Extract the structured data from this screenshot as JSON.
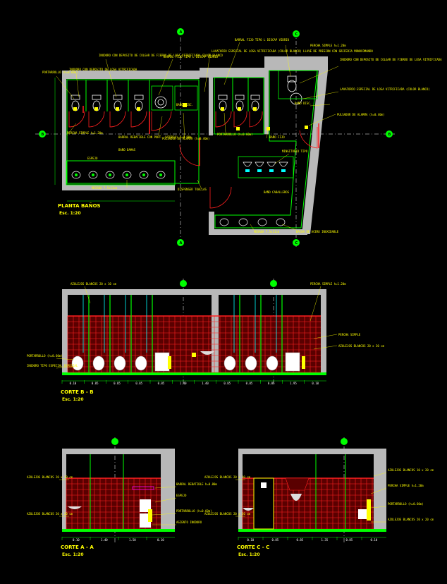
{
  "colors": {
    "background": "#000000",
    "wall": "#b8b8b8",
    "green": "#00ff00",
    "red": "#ff2020",
    "yellow": "#ffff00",
    "cyan": "#00ffff",
    "white": "#ffffff",
    "magenta": "#ff00ff"
  },
  "plan": {
    "title": "PLANTA BAÑOS",
    "scale": "Esc. 1:20",
    "section_marks": [
      "A",
      "A",
      "B",
      "B",
      "C",
      "C"
    ],
    "notes": [
      "PORTARROLLO (h=0.60m)",
      "INODORO CON DEPOSITO DE LOSA VITRIFICADA",
      "INODORO CON DEPOSITO DE COLGAR DE FIERRO DE LOSA VITRIFICADA COLOR BLANCO",
      "BARRAL FIJO TIPO L DISCAP VIDRIO",
      "LAVATORIO ESPECIAL DE LOSA VITRIFICADA (COLOR BLANCO) LLAVE DE PRESION CON GRIFERIA MONOCOMANDO",
      "BARRAL FIJO TIPO L DISCAP VIDRIO",
      "PERCHA SIMPLE h=1.20m",
      "INODORO CON DEPOSITO DE COLGAR DE FIERRO DE LOSA VITRIFICADA",
      "LAVATORIO ESPECIAL DE LOSA VITRIFICADA (COLOR BLANCO)",
      "BAÑO DISC.",
      "PULSADOR DE ALARMA (h=0.40m)",
      "PERCHA SIMPLE h=1.20m",
      "BARRAL REBATIBLE CON PORT. (VIDRIO) h=0.80m",
      "PULSADOR DE ALARMA (h=0.40m)",
      "PORTARROLLO (h=0.60m)",
      "BAÑO DISC.",
      "BAÑO DAMAS",
      "BAÑO CABALLEROS",
      "MINGITORIO TIPO",
      "ESPEJO",
      "MESADA 7.5x11cm",
      "MESADA 7.5x11cm",
      "DISPENSER TOALLAS",
      "BACHA DE ACERO INOXIDABLE",
      "BAÑO FIJO"
    ]
  },
  "section_bb": {
    "title": "CORTE B - B",
    "scale": "Esc. 1:20",
    "notes": [
      "AZULEJOS BLANCOS 20 x 10 cm",
      "PERCHA SIMPLE h=1.20m",
      "PERCHA SIMPLE",
      "AZULEJOS BLANCOS 20 x 20 cm",
      "PORTARROLLO (h=0.60m)",
      "INODORO TIPO ESPECIAL ESPECIAL"
    ],
    "dims": [
      "0.10",
      "0.85",
      "0.85",
      "0.85",
      "0.85",
      "1.40",
      "1.40",
      "0.85",
      "0.85",
      "0.85",
      "1.95",
      "0.10"
    ]
  },
  "section_aa": {
    "title": "CORTE A - A",
    "scale": "Esc. 1:20",
    "notes": [
      "AZULEJOS BLANCOS 20 x 10 cm",
      "AZULEJOS BLANCOS 20 x 20 cm",
      "BARRAL REBATIBLE h=0.80m",
      "ESPEJO",
      "PORTARROLLO (h=0.60m)",
      "ASIENTO INODORO"
    ],
    "dims": [
      "0.10",
      "1.40",
      "1.50",
      "0.10"
    ]
  },
  "section_cc": {
    "title": "CORTE C - C",
    "scale": "Esc. 1:20",
    "notes": [
      "AZULEJOS BLANCOS 20 x 10 cm",
      "AZULEJOS BLANCOS 20 x 20 cm",
      "AZULEJOS BLANCOS 10 x 20 cm",
      "PERCHA SIMPLE h=1.20m",
      "PORTARROLLO (h=0.60m)",
      "AZULEJOS BLANCOS 20 x 20 cm"
    ],
    "dims": [
      "0.10",
      "0.85",
      "0.85",
      "1.35",
      "0.85",
      "0.10"
    ]
  }
}
